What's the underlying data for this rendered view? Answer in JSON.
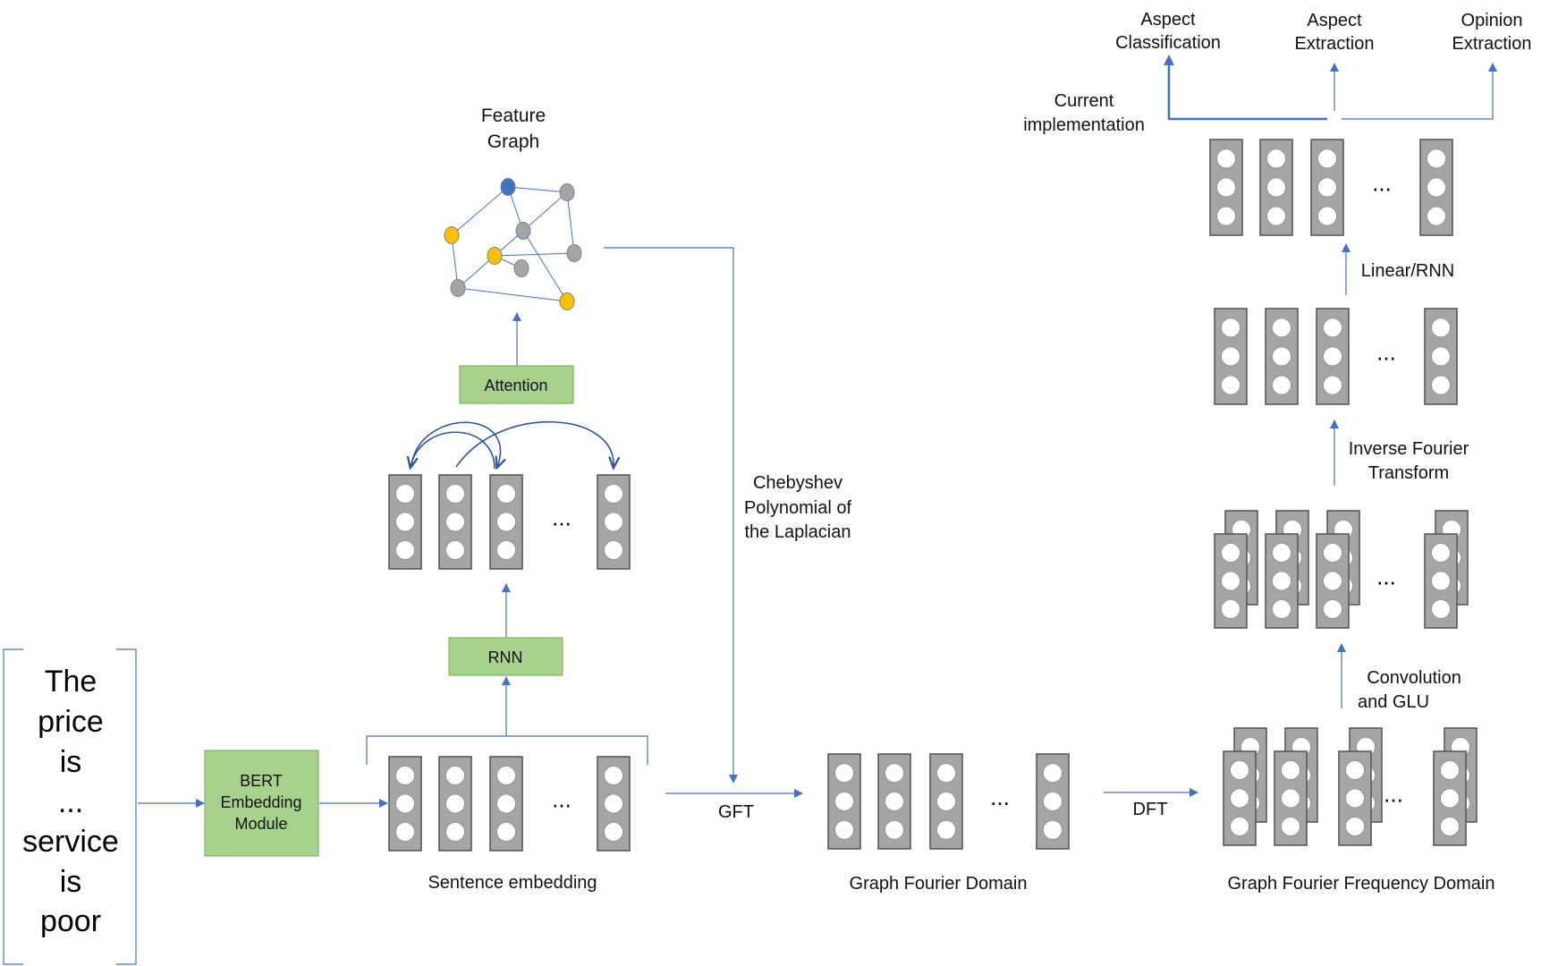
{
  "input_sentence": [
    "The",
    "price",
    "is",
    "...",
    "service",
    "is",
    "poor"
  ],
  "labels": {
    "bert": [
      "BERT",
      "Embedding",
      "Module"
    ],
    "rnn": "RNN",
    "attention": "Attention",
    "feature_graph": [
      "Feature",
      "Graph"
    ],
    "chebyshev": [
      "Chebyshev",
      "Polynomial of",
      "the Laplacian"
    ],
    "sentence_embedding": "Sentence embedding",
    "gft": "GFT",
    "dft": "DFT",
    "graph_fourier_domain": "Graph Fourier Domain",
    "graph_fourier_frequency_domain": "Graph Fourier Frequency Domain",
    "convolution": [
      "Convolution",
      "and GLU"
    ],
    "inverse_fourier": [
      "Inverse Fourier",
      "Transform"
    ],
    "linear_rnn": "Linear/RNN",
    "current_implementation": [
      "Current",
      "implementation"
    ],
    "ellipsis": "...",
    "outputs": [
      [
        "Aspect",
        "Classification"
      ],
      [
        "Aspect",
        "Extraction"
      ],
      [
        "Opinion",
        "Extraction"
      ]
    ]
  },
  "colors": {
    "arrow": "#4472c4",
    "box_fill": "#a9d18e",
    "box_stroke": "#70ad47",
    "vector_fill": "#a5a5a5",
    "vector_stroke": "#595959",
    "node_blue": "#4472c4",
    "node_yellow": "#ffc000",
    "node_gray": "#a5a5a5"
  }
}
